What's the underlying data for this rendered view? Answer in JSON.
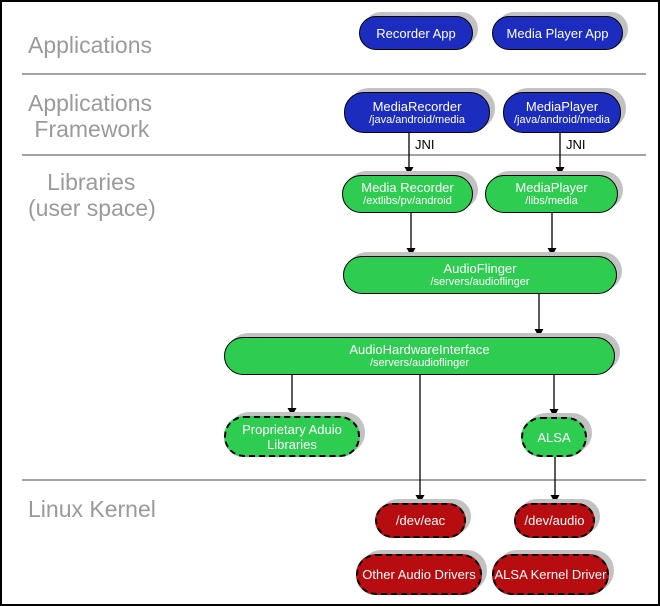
{
  "layers": {
    "applications": "Applications",
    "framework": "Applications\n Framework",
    "libraries": "   Libraries\n(user space)",
    "kernel": "Linux Kernel"
  },
  "edge_labels": {
    "jni_left": "JNI",
    "jni_right": "JNI"
  },
  "nodes": {
    "recorder_app": {
      "title": "Recorder App"
    },
    "media_player_app": {
      "title": "Media Player App"
    },
    "media_recorder_fw": {
      "title": "MediaRecorder",
      "subtitle": "/java/android/media"
    },
    "media_player_fw": {
      "title": "MediaPlayer",
      "subtitle": "/java/android/media"
    },
    "media_recorder_lib": {
      "title": "Media Recorder",
      "subtitle": "/extlibs/pv/android"
    },
    "media_player_lib": {
      "title": "MediaPlayer",
      "subtitle": "/libs/media"
    },
    "audio_flinger": {
      "title": "AudioFlinger",
      "subtitle": "/servers/audioflinger"
    },
    "audio_hardware_interface": {
      "title": "AudioHardwareInterface",
      "subtitle": "/servers/audioflinger"
    },
    "proprietary_audio_libraries": {
      "title": "Proprietary Aduio\nLibraries"
    },
    "alsa": {
      "title": "ALSA"
    },
    "dev_eac": {
      "title": "/dev/eac"
    },
    "dev_audio": {
      "title": "/dev/audio"
    },
    "other_audio_drivers": {
      "title": "Other Audio Drivers"
    },
    "alsa_kernel_driver": {
      "title": "ALSA Kernel Driver"
    }
  },
  "colors": {
    "app_blue": "#1c2cbe",
    "lib_green": "#2fcc52",
    "kernel_red": "#b70d10",
    "shadow": "#c2c2c2",
    "line_gray": "#a3a3a3",
    "label_gray": "#9a9a9a"
  }
}
